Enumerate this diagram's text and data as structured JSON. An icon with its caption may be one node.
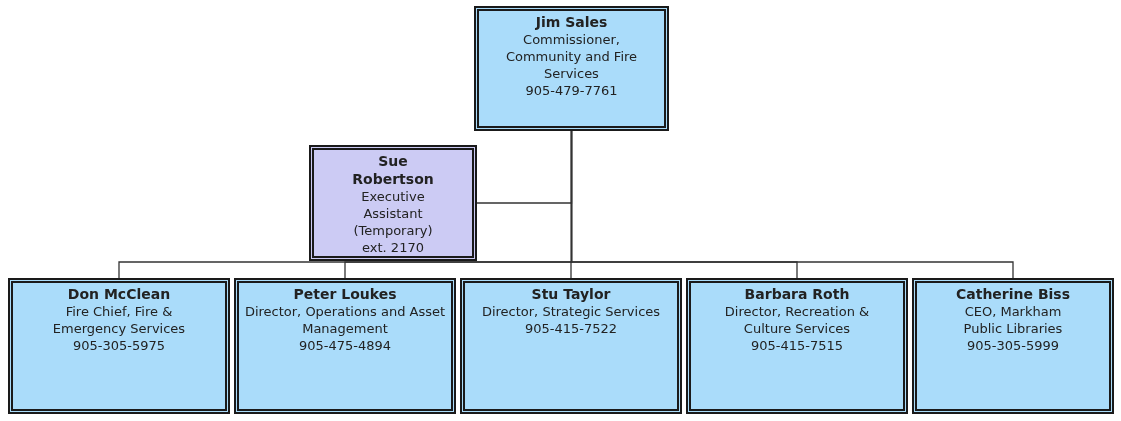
{
  "diagram": {
    "nodes": [
      {
        "text": [
          "Jim Sales",
          "Commissioner, Community and Fire Services",
          "905-479-7761"
        ]
      },
      {
        "text": [
          "Sue Robertson",
          "Executive Assistant (Temporary)",
          "ext. 2170"
        ]
      },
      {
        "text": [
          "Don McClean",
          "Fire Chief, Fire & Emergency Services",
          "905-305-5975"
        ]
      },
      {
        "text": [
          "Peter Loukes",
          "Director, Operations and Asset Management",
          "905-475-4894"
        ]
      },
      {
        "text": [
          "Stu Taylor",
          "Director, Strategic Services",
          "905-415-7522"
        ]
      },
      {
        "text": [
          "Barbara Roth",
          "Director, Recreation & Culture Services",
          "905-415-7515"
        ]
      },
      {
        "text": [
          "Catherine Biss",
          "CEO, Markham Public Libraries",
          "905-305-5999"
        ]
      }
    ],
    "edges": [
      {
        "from": 0,
        "to": 1,
        "arrow": "none"
      },
      {
        "from": 0,
        "to": 2,
        "arrow": "none"
      },
      {
        "from": 0,
        "to": 3,
        "arrow": "none"
      },
      {
        "from": 0,
        "to": 4,
        "arrow": "none"
      },
      {
        "from": 0,
        "to": 5,
        "arrow": "none"
      },
      {
        "from": 0,
        "to": 6,
        "arrow": "none"
      }
    ]
  }
}
